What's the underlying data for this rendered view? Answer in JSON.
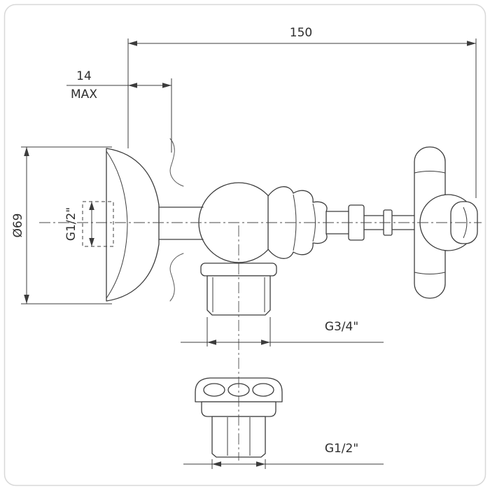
{
  "colors": {
    "background": "#ffffff",
    "line": "#3c3c3c",
    "text": "#2e2e2e",
    "border": "#d8d8d8"
  },
  "drawing": {
    "labels": {
      "overall_length": "150",
      "wall_thickness": "14",
      "wall_thickness_qualifier": "MAX",
      "flange_diameter": "Ø69",
      "inlet_thread": "G1/2\"",
      "outlet_thread": "G3/4\"",
      "union_thread": "G1/2\""
    }
  }
}
